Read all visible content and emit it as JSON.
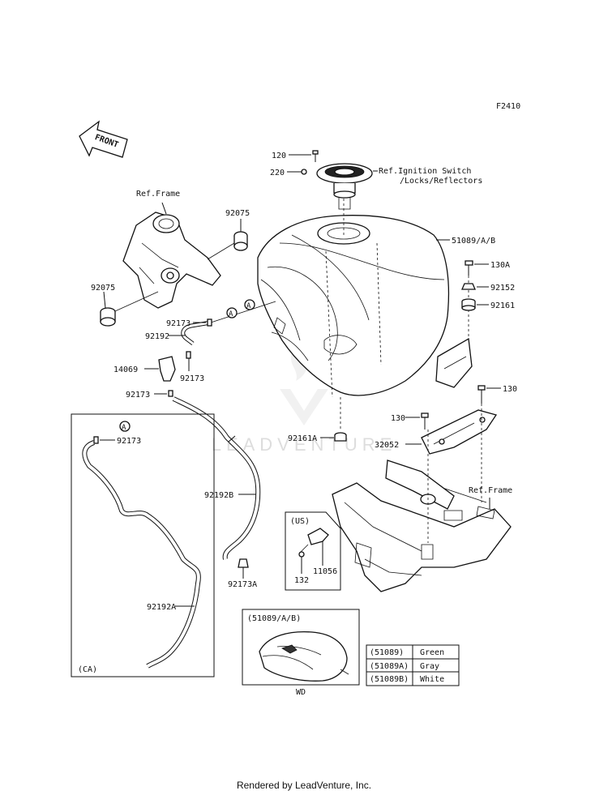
{
  "figure_code": "F2410",
  "front_arrow_label": "FRONT",
  "watermark": "LEADVENTURE",
  "footer": "Rendered by LeadVenture, Inc.",
  "labels": {
    "p120": "120",
    "p220": "220",
    "ref_ignition_1": "Ref.Ignition Switch",
    "ref_ignition_2": "/Locks/Reflectors",
    "ref_frame_top": "Ref.Frame",
    "p92075_right": "92075",
    "p92075_left": "92075",
    "p51089": "51089/A/B",
    "p130A": "130A",
    "p92152": "92152",
    "p92161": "92161",
    "p92173_a": "92173",
    "p92192": "92192",
    "p14069": "14069",
    "p92173_b": "92173",
    "p92173_c": "92173",
    "p130_right": "130",
    "p130_mid": "130",
    "p92161A": "92161A",
    "p32052": "32052",
    "p92173_ca": "92173",
    "p92192B": "92192B",
    "ref_frame_bottom": "Ref.Frame",
    "us": "(US)",
    "p132": "132",
    "p11056": "11056",
    "p92173A": "92173A",
    "p92192A": "92192A",
    "ca": "(CA)",
    "wd_box_title": "(51089/A/B)",
    "wd": "WD",
    "callout_a": "A"
  },
  "color_table": [
    {
      "part": "(51089)",
      "color": "Green"
    },
    {
      "part": "(51089A)",
      "color": "Gray"
    },
    {
      "part": "(51089B)",
      "color": "White"
    }
  ]
}
